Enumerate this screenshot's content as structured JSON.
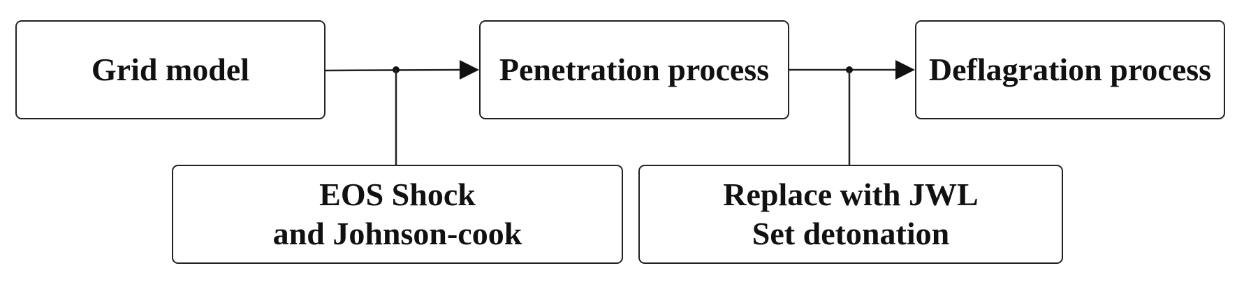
{
  "diagram": {
    "nodes": {
      "grid_model": {
        "lines": [
          "Grid model"
        ]
      },
      "penetration": {
        "lines": [
          "Penetration process"
        ]
      },
      "deflagration": {
        "lines": [
          "Deflagration process"
        ]
      },
      "eos": {
        "lines": [
          "EOS Shock",
          "and Johnson-cook"
        ]
      },
      "jwl": {
        "lines": [
          "Replace with JWL",
          "Set detonation"
        ]
      }
    },
    "edges": [
      {
        "from": "grid_model",
        "to": "penetration",
        "via": "eos"
      },
      {
        "from": "penetration",
        "to": "deflagration",
        "via": "jwl"
      }
    ],
    "colors": {
      "stroke": "#222222",
      "text": "#111111",
      "background": "#ffffff"
    }
  }
}
